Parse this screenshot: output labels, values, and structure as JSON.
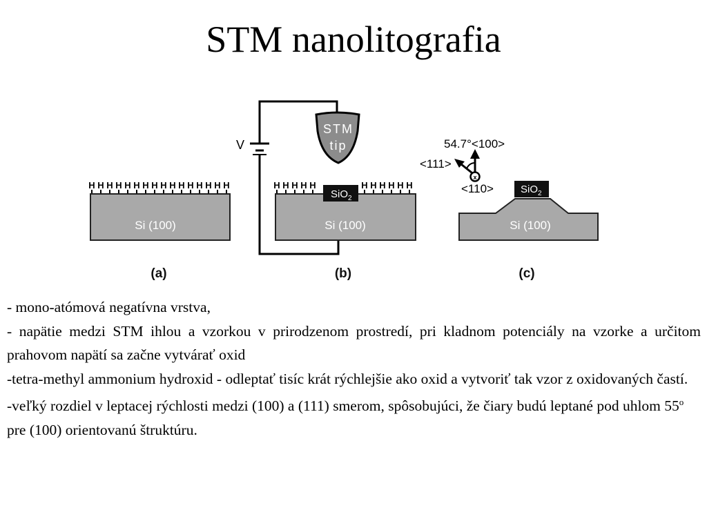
{
  "title": "STM nanolitografia",
  "figure": {
    "h_atoms": "H",
    "substrate_label": "Si (100)",
    "oxide_label": "SiO",
    "oxide_subscript": "2",
    "voltage_label": "V",
    "tip_label_1": "STM",
    "tip_label_2": "tip",
    "panel_a": "(a)",
    "panel_b": "(b)",
    "panel_c": "(c)",
    "angle_label": "54.7°<100>",
    "dir_111": "<111>",
    "dir_110": "<110>",
    "dir_110_symbol": "x"
  },
  "text": {
    "line1": "- mono-atómová  negatívna vrstva,",
    "line2": "- napätie medzi STM ihlou a vzorkou v prirodzenom prostredí, pri kladnom potenciály na vzorke a určitom prahovom napätí sa začne vytvárať oxid",
    "line3": "-tetra-methyl ammonium hydroxid -  odleptať tisíc krát rýchlejšie ako oxid a vytvoriť tak vzor z oxidovaných častí.",
    "line4a": "-veľký rozdiel v leptacej rýchlosti medzi (100) a (111) smerom, spôsobujúci, že čiary budú leptané pod uhlom 55",
    "line4_sup": "o",
    "line4b": " pre (100) orientovanú štruktúru."
  }
}
